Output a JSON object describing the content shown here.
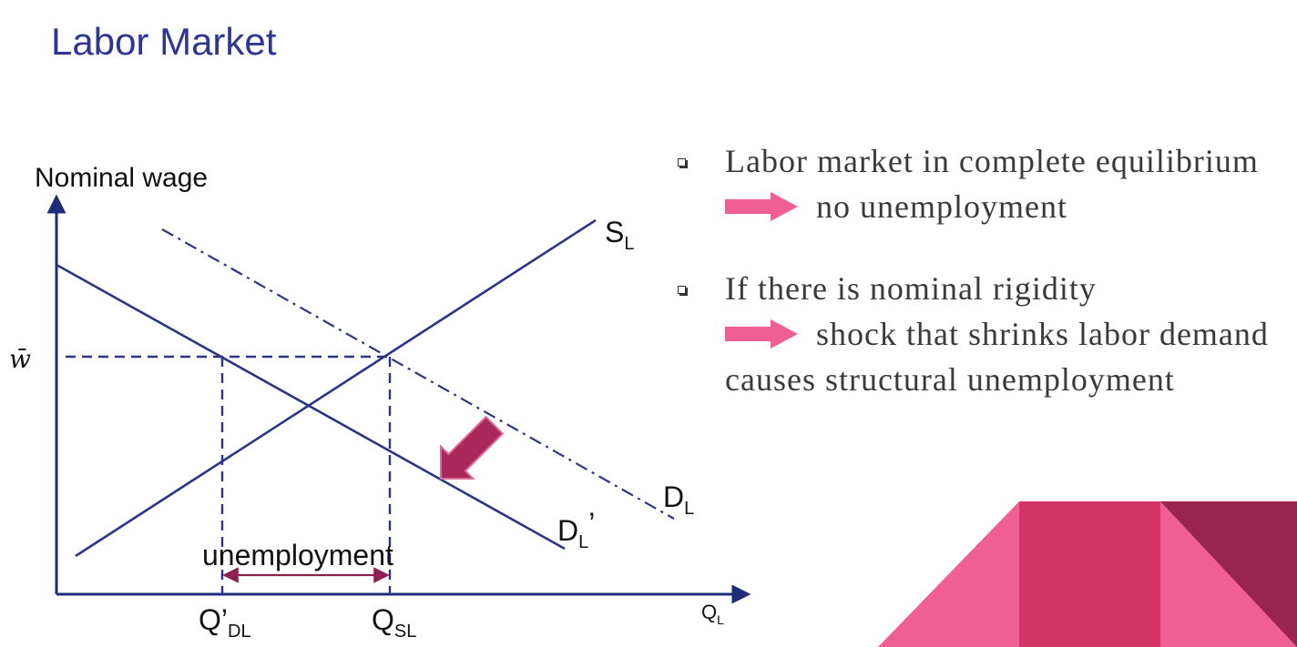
{
  "title": "Labor Market",
  "colors": {
    "title": "#2e3592",
    "axis": "#1f2d78",
    "curve": "#2b3583",
    "shift_arrow": "#a8295a",
    "bullet_arrow": "#ef5f93",
    "decor_pink": "#ef5f93",
    "decor_magenta": "#d23468",
    "decor_maroon": "#9a2450"
  },
  "diagram": {
    "y_axis_label": "Nominal wage",
    "x_axis_label": "Q",
    "x_axis_label_sub": "L",
    "wage_label": "w̄",
    "supply_label": "S",
    "supply_label_sub": "L",
    "demand_label": "D",
    "demand_label_sub": "L",
    "new_demand_label": "D",
    "new_demand_label_sub": "L",
    "new_demand_label_suffix": "’",
    "q_demand_label": "Q’",
    "q_demand_label_sub": "DL",
    "q_supply_label": "Q",
    "q_supply_label_sub": "SL",
    "gap_label": "unemployment"
  },
  "bullets": [
    {
      "text": "Labor market in complete equilibrium",
      "conclusion": "no unemployment"
    },
    {
      "text": "If there is nominal rigidity",
      "conclusion": "shock that shrinks labor demand causes structural unemployment"
    }
  ],
  "icons": {
    "bullet": "square-bullet-icon",
    "conclusion": "right-arrow-icon",
    "shift": "shift-arrow-icon"
  }
}
